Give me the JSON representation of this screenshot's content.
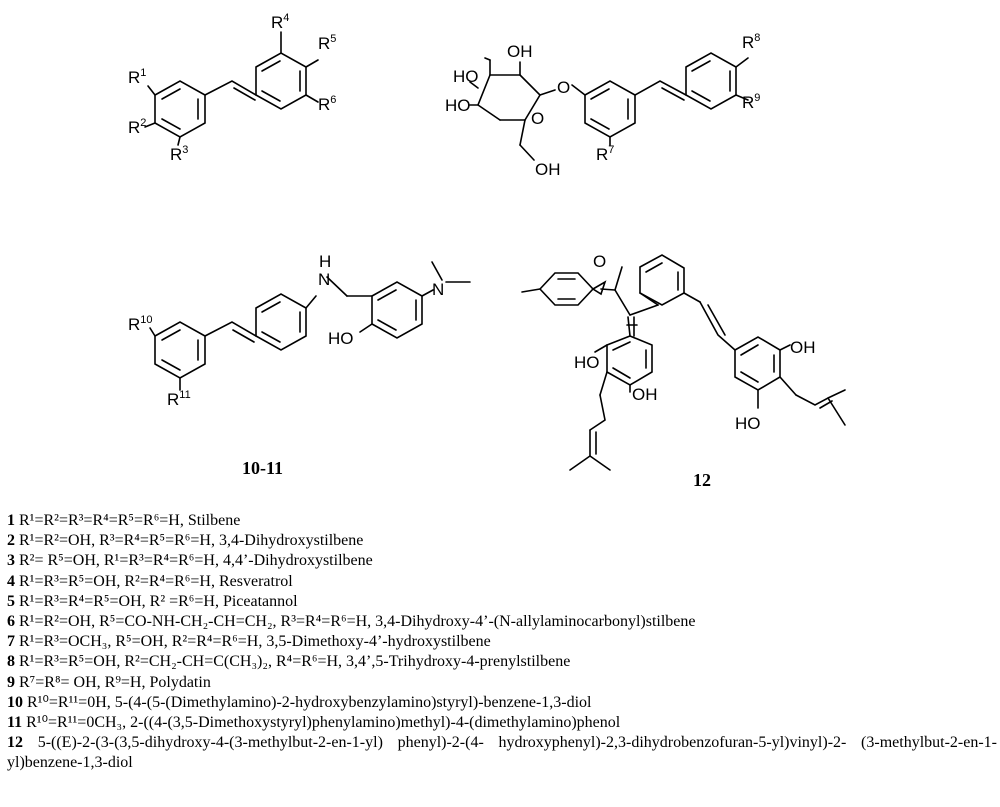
{
  "structures": {
    "s1": {
      "r1": "R",
      "r1n": "1",
      "r2": "R",
      "r2n": "2",
      "r3": "R",
      "r3n": "3",
      "r4": "R",
      "r4n": "4",
      "r5": "R",
      "r5n": "5",
      "r6": "R",
      "r6n": "6"
    },
    "s2": {
      "oh": "OH",
      "ho": "HO",
      "o": "O",
      "r7": "R",
      "r7n": "7",
      "r8": "R",
      "r8n": "8",
      "r9": "R",
      "r9n": "9"
    },
    "s3": {
      "r10": "R",
      "r10n": "10",
      "r11": "R",
      "r11n": "11",
      "nh": "H",
      "n": "N",
      "ho": "HO",
      "n2": "N",
      "caption": "10-11"
    },
    "s4": {
      "o": "O",
      "ho": "HO",
      "oh": "OH",
      "caption": "12"
    }
  },
  "legend": [
    {
      "num": "1",
      "text": "R¹=R²=R³=R⁴=R⁵=R⁶=H, Stilbene"
    },
    {
      "num": "2",
      "text": "R¹=R²=OH, R³=R⁴=R⁵=R⁶=H, 3,4-Dihydroxystilbene"
    },
    {
      "num": "3",
      "text": "R²= R⁵=OH, R¹=R³=R⁴=R⁶=H, 4,4’-Dihydroxystilbene"
    },
    {
      "num": "4",
      "text": "R¹=R³=R⁵=OH, R²=R⁴=R⁶=H, Resveratrol"
    },
    {
      "num": "5",
      "text": "R¹=R³=R⁴=R⁵=OH, R² =R⁶=H, Piceatannol"
    },
    {
      "num": "6",
      "text": "R¹=R²=OH, R⁵=CO-NH-CH₂-CH=CH₂, R³=R⁴=R⁶=H, 3,4-Dihydroxy-4’-(N-allylaminocarbonyl)stilbene"
    },
    {
      "num": "7",
      "text": "R¹=R³=OCH₃, R⁵=OH, R²=R⁴=R⁶=H, 3,5-Dimethoxy-4’-hydroxystilbene"
    },
    {
      "num": "8",
      "text": "R¹=R³=R⁵=OH, R²=CH₂-CH=C(CH₃)₂, R⁴=R⁶=H, 3,4’,5-Trihydroxy-4-prenylstilbene"
    },
    {
      "num": "9",
      "text": "R⁷=R⁸= OH, R⁹=H, Polydatin"
    },
    {
      "num": "10",
      "text": "R¹⁰=R¹¹=0H, 5-(4-(5-(Dimethylamino)-2-hydroxybenzylamino)styryl)-benzene-1,3-diol"
    },
    {
      "num": "11",
      "text": "R¹⁰=R¹¹=0CH₃, 2-((4-(3,5-Dimethoxystyryl)phenylamino)methyl)-4-(dimethylamino)phenol"
    },
    {
      "num": "12",
      "text": "5-((E)-2-(3-(3,5-dihydroxy-4-(3-methylbut-2-en-1-yl) phenyl)-2-(4- hydroxyphenyl)-2,3-dihydrobenzofuran-5-yl)vinyl)-2- (3-methylbut-2-en-1-yl)benzene-1,3-diol"
    }
  ]
}
